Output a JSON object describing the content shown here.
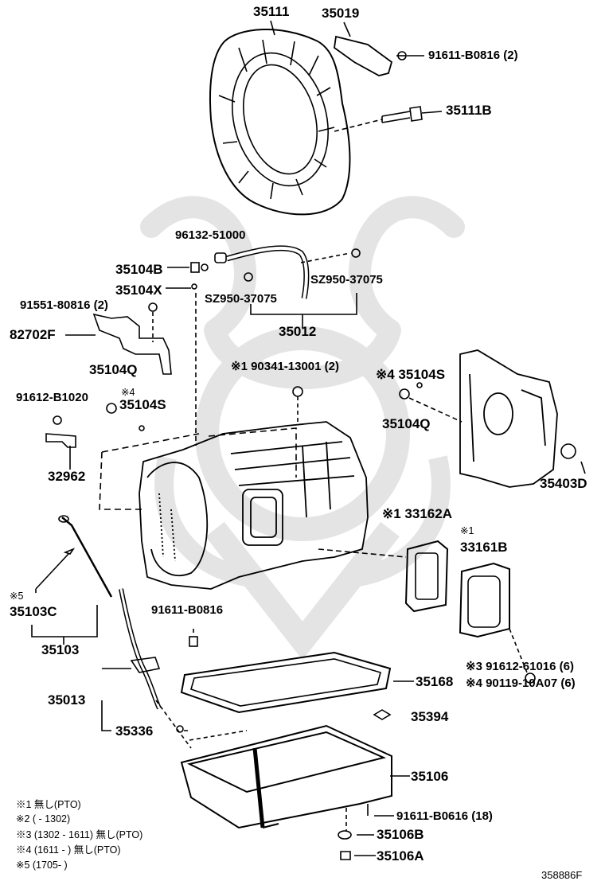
{
  "labels": {
    "p35111": "35111",
    "p35019": "35019",
    "p91611_b0816_2": "91611-B0816 (2)",
    "p35111b": "35111B",
    "p96132": "96132-51000",
    "p35104b": "35104B",
    "p35104x": "35104X",
    "p91551": "91551-80816 (2)",
    "p82702f": "82702F",
    "psz950a": "SZ950-37075",
    "psz950b": "SZ950-37075",
    "p35012": "35012",
    "p35104q_a": "35104Q",
    "p91612_b1020": "91612-B1020",
    "pnote4_a": "※4",
    "p35104s_a": "35104S",
    "p90341": "※1 90341-13001 (2)",
    "p35104s_b": "※4 35104S",
    "p35104q_b": "35104Q",
    "p32962": "32962",
    "p35403d": "35403D",
    "p33162a": "※1 33162A",
    "pnote1": "※1",
    "p33161b": "33161B",
    "pnote5": "※5",
    "p35103c": "35103C",
    "p35103": "35103",
    "p91611_b0816": "91611-B0816",
    "p91612_61016": "※3 91612-61016 (6)",
    "p90119": "※4 90119-10A07 (6)",
    "p35168": "35168",
    "p35013": "35013",
    "p35394": "35394",
    "p35336": "35336",
    "p35106": "35106",
    "p91611_b0616": "91611-B0616 (18)",
    "p35106b": "35106B",
    "p35106a": "35106A"
  },
  "notes": [
    "※1 無し(PTO)",
    "※2 (      - 1302)",
    "※3 (1302 - 1611) 無し(PTO)",
    "※4 (1611 -      ) 無し(PTO)",
    "※5 (1705-      )"
  ],
  "figure_code": "358886F"
}
